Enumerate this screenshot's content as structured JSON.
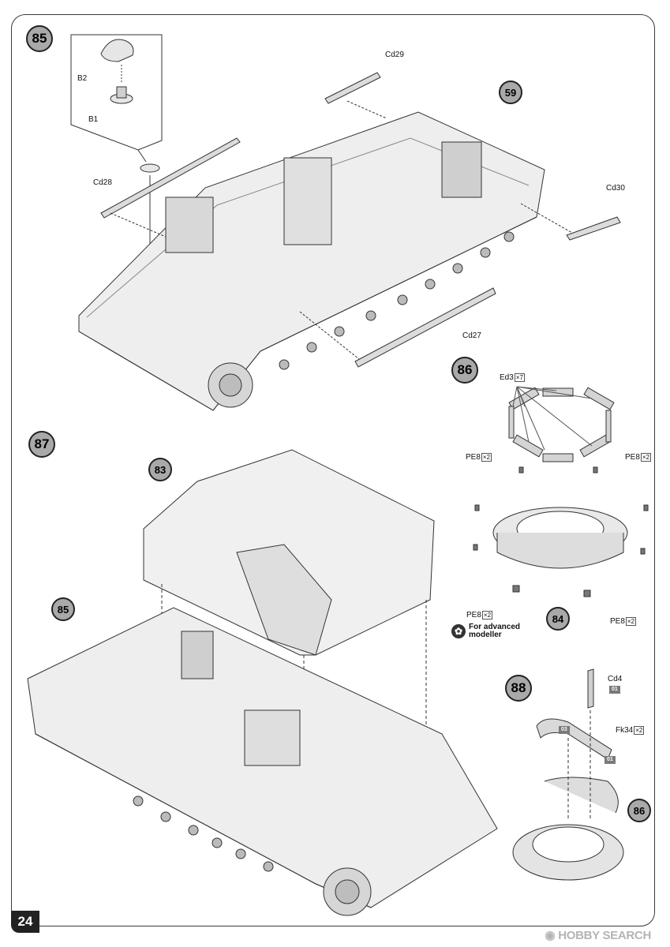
{
  "page": {
    "number": "24"
  },
  "watermark": {
    "text": "HOBBY SEARCH",
    "icon": "hobby-search-logo-icon"
  },
  "steps": [
    {
      "id": "step85",
      "label": "85"
    },
    {
      "id": "step86",
      "label": "86"
    },
    {
      "id": "step87",
      "label": "87"
    },
    {
      "id": "step88",
      "label": "88"
    }
  ],
  "refs": {
    "r59": "59",
    "r83": "83",
    "r84": "84",
    "r85": "85",
    "r86": "86"
  },
  "parts": {
    "b1": "B1",
    "b2": "B2",
    "cd27": "Cd27",
    "cd28": "Cd28",
    "cd29": "Cd29",
    "cd30": "Cd30",
    "cd4": "Cd4",
    "ed3": "Ed3",
    "ed3_qty": "×7",
    "pe8": "PE8",
    "pe8_qty": "×2",
    "fk34": "Fk34",
    "fk34_qty": "×2"
  },
  "color_tags": {
    "t01a": "01",
    "t03": "03",
    "t01b": "01"
  },
  "note": {
    "line1": "For advanced",
    "line2": "modeller",
    "icon": "pe-parts-icon"
  }
}
